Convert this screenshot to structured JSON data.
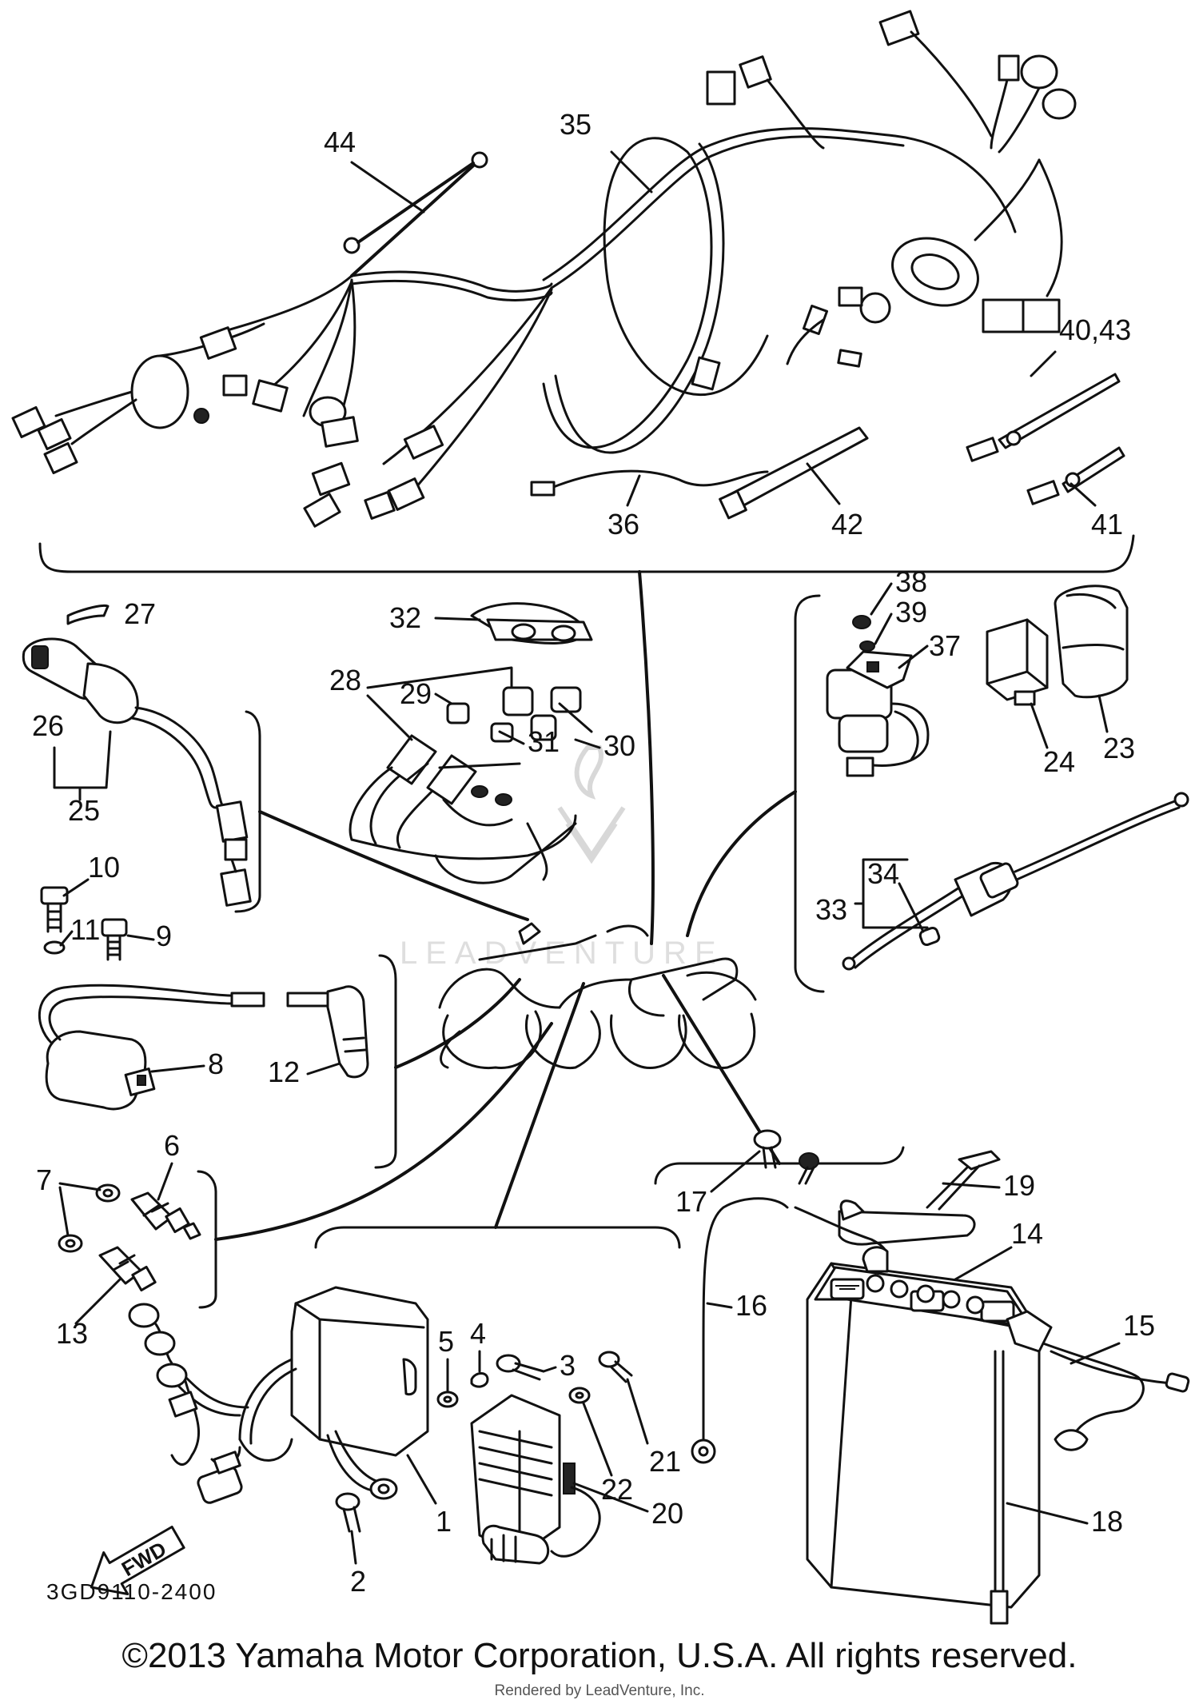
{
  "reference_code": "3GD9110-2400",
  "copyright": "©2013 Yamaha Motor Corporation, U.S.A. All rights reserved.",
  "rendered_by": "Rendered by LeadVenture, Inc.",
  "watermark_text": "LEADVENTURE",
  "fwd_label": "FWD",
  "part_labels": {
    "p44": "44",
    "p35": "35",
    "p40_43": "40,43",
    "p36": "36",
    "p42": "42",
    "p41": "41",
    "p27": "27",
    "p32": "32",
    "p38": "38",
    "p39": "39",
    "p37": "37",
    "p28": "28",
    "p29": "29",
    "p31": "31",
    "p30": "30",
    "p26": "26",
    "p25": "25",
    "p24": "24",
    "p23": "23",
    "p34": "34",
    "p33": "33",
    "p10": "10",
    "p11": "11",
    "p9": "9",
    "p8": "8",
    "p12": "12",
    "p7": "7",
    "p6": "6",
    "p13": "13",
    "p5": "5",
    "p4": "4",
    "p3": "3",
    "p17": "17",
    "p19": "19",
    "p14": "14",
    "p16": "16",
    "p15": "15",
    "p21": "21",
    "p22": "22",
    "p1": "1",
    "p20": "20",
    "p2": "2",
    "p18": "18"
  },
  "colors": {
    "ink": "#111111",
    "watermark": "#dedede",
    "background": "#ffffff"
  }
}
